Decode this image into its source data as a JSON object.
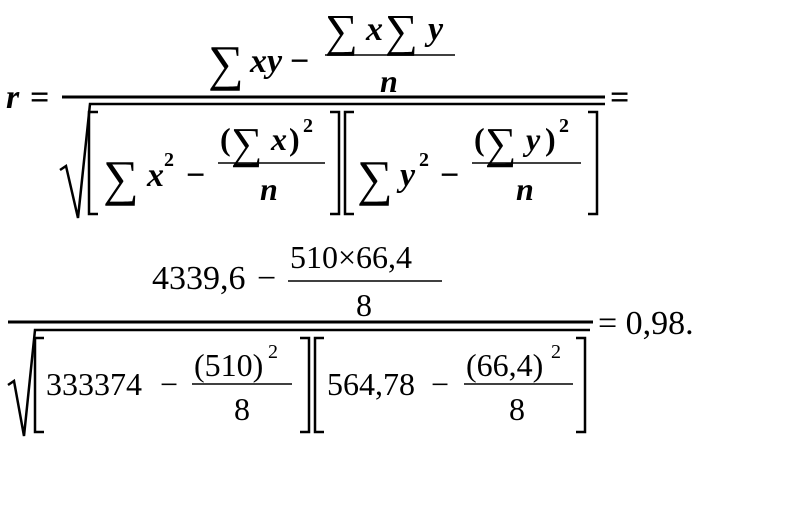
{
  "formula": {
    "general": {
      "lhs": "r",
      "eq": "=",
      "eq_end": "=",
      "sigma": "∑",
      "num_term1": "xy",
      "minus": "−",
      "num_frac_top_x": "x",
      "num_frac_top_y": "y",
      "num_frac_bottom": "n",
      "den_left_sum_var": "x",
      "den_left_sum_exp": "2",
      "den_left_frac_open": "(",
      "den_left_frac_var": "x",
      "den_left_frac_close": ")",
      "den_left_frac_exp": "2",
      "den_left_frac_bottom": "n",
      "den_right_sum_var": "y",
      "den_right_sum_exp": "2",
      "den_right_frac_open": "(",
      "den_right_frac_var": "y",
      "den_right_frac_close": ")",
      "den_right_frac_exp": "2",
      "den_right_frac_bottom": "n"
    },
    "numeric": {
      "num_value": "4339,6",
      "minus": "−",
      "num_frac_top": "510×66,4",
      "num_frac_bottom": "8",
      "den_left_value": "333374",
      "den_left_frac_top": "(510)",
      "den_left_frac_exp": "2",
      "den_left_frac_bottom": "8",
      "den_right_value": "564,78",
      "den_right_frac_top": "(66,4)",
      "den_right_frac_exp": "2",
      "den_right_frac_bottom": "8",
      "result": "= 0,98."
    }
  }
}
